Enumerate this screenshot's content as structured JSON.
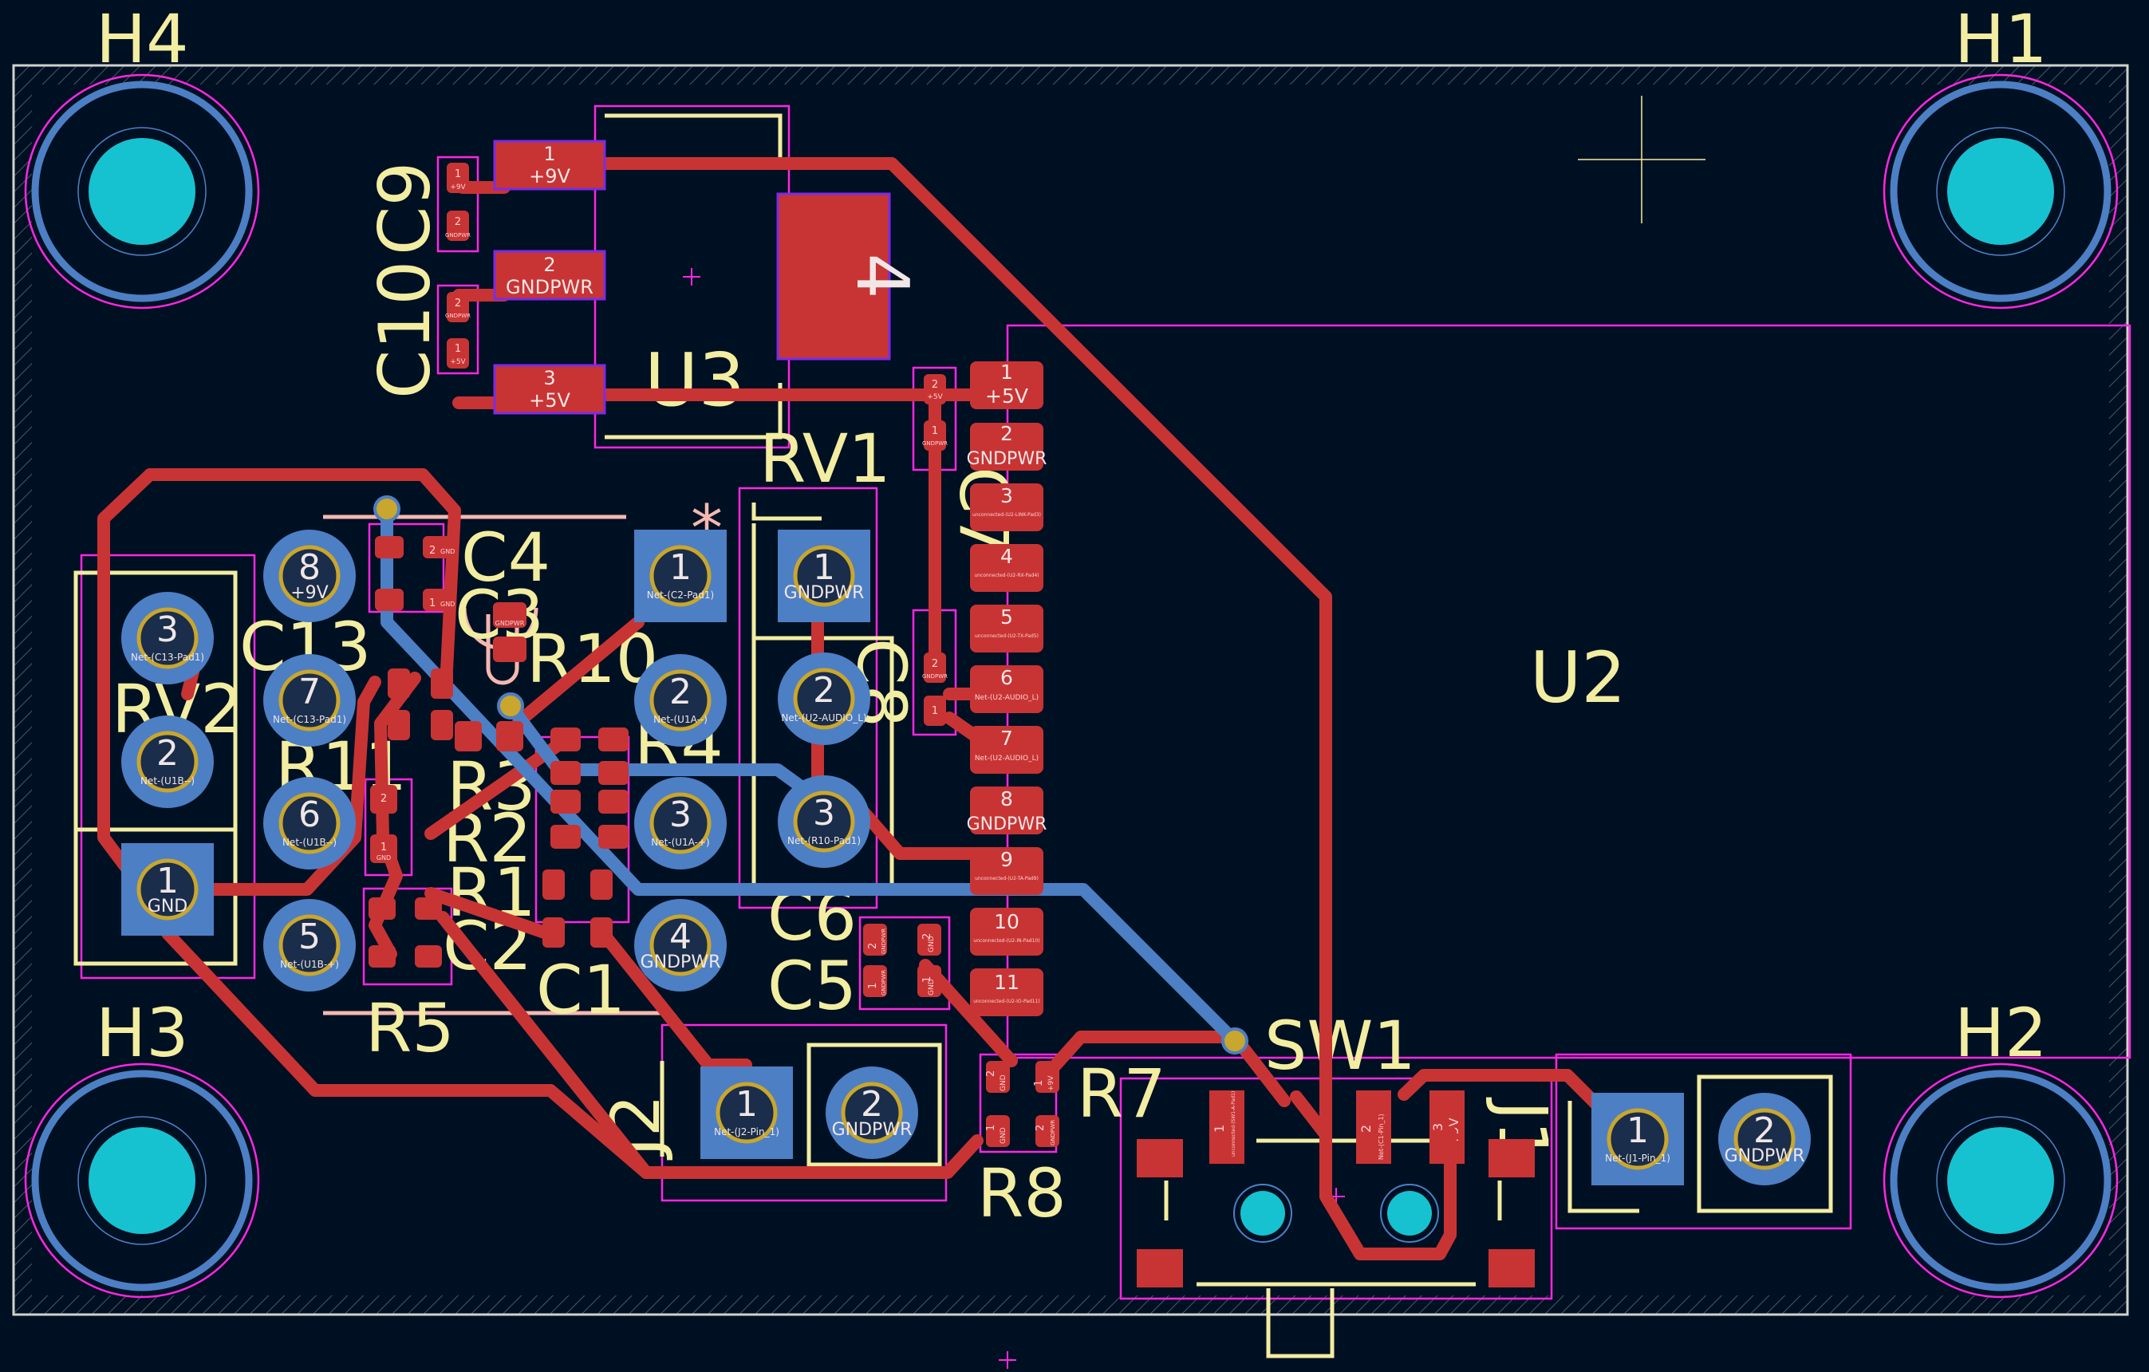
{
  "refs": {
    "h4": "H4",
    "h1": "H1",
    "h3": "H3",
    "h2": "H2",
    "c9": "C9",
    "c10": "C10",
    "u3": "U3",
    "rv1": "RV1",
    "c7": "C7",
    "u2": "U2",
    "c4": "C4",
    "c3": "C3",
    "c13": "C13",
    "r10": "R10",
    "rv2": "RV2",
    "r11": "R11",
    "r4": "R4",
    "r3": "R3",
    "r2": "R2",
    "r1": "R1",
    "c2": "C2",
    "c1": "C1",
    "c8": "C8",
    "c6": "C6",
    "c5": "C5",
    "r5": "R5",
    "j2": "J2",
    "r7": "R7",
    "r8": "R8",
    "sw1": "SW1",
    "j1": "J1",
    "star": "*"
  },
  "u3": {
    "pads": [
      {
        "num": "1",
        "net": "+9V"
      },
      {
        "num": "2",
        "net": "GNDPWR"
      },
      {
        "num": "3",
        "net": "+5V"
      },
      {
        "num": "4"
      }
    ]
  },
  "u2": {
    "pads": [
      {
        "num": "1",
        "net": "+5V"
      },
      {
        "num": "2",
        "net": "GNDPWR"
      },
      {
        "num": "3",
        "net": "unconnected-(U2-LINK-Pad3)"
      },
      {
        "num": "4",
        "net": "unconnected-(U2-RX-Pad4)"
      },
      {
        "num": "5",
        "net": "unconnected-(U2-TX-Pad5)"
      },
      {
        "num": "6",
        "net": "Net-(U2-AUDIO_L)"
      },
      {
        "num": "7",
        "net": "Net-(U2-AUDIO_L)"
      },
      {
        "num": "8",
        "net": "GNDPWR"
      },
      {
        "num": "9",
        "net": "unconnected-(U2-TA-Pad9)"
      },
      {
        "num": "10",
        "net": "unconnected-(U2-IN-Pad10)"
      },
      {
        "num": "11",
        "net": "unconnected-(U2-IO-Pad11)"
      }
    ]
  },
  "u1": {
    "pads": [
      {
        "num": "8",
        "net": "+9V"
      },
      {
        "num": "7",
        "net": "Net-(C13-Pad1)"
      },
      {
        "num": "6",
        "net": "Net-(U1B--)"
      },
      {
        "num": "5",
        "net": "Net-(U1B-+)"
      },
      {
        "num": "1",
        "net": "Net-(C2-Pad1)"
      },
      {
        "num": "2",
        "net": "Net-(U1A--)"
      },
      {
        "num": "3",
        "net": "Net-(U1A-+)"
      },
      {
        "num": "4",
        "net": "GNDPWR"
      }
    ]
  },
  "rv2": {
    "pads": [
      {
        "num": "3",
        "net": "Net-(C13-Pad1)"
      },
      {
        "num": "2",
        "net": "Net-(U1B--)"
      },
      {
        "num": "1",
        "net": "GND"
      }
    ]
  },
  "rv1": {
    "pads": [
      {
        "num": "1",
        "net": "GNDPWR"
      },
      {
        "num": "2",
        "net": "Net-(U2-AUDIO_L)"
      },
      {
        "num": "3",
        "net": "Net-(R10-Pad1)"
      }
    ]
  },
  "j2": {
    "pads": [
      {
        "num": "1",
        "net": "Net-(J2-Pin_1)"
      },
      {
        "num": "2",
        "net": "GNDPWR"
      }
    ]
  },
  "j1": {
    "pads": [
      {
        "num": "1",
        "net": "Net-(J1-Pin_1)"
      },
      {
        "num": "2",
        "net": "GNDPWR"
      }
    ]
  },
  "sw1": {
    "pads": [
      {
        "num": "1",
        "net": "unconnected-(SW1-A-Pad1)"
      },
      {
        "num": "2",
        "net": "Net-(C1-Pin_1)"
      },
      {
        "num": "3",
        "net": "+9V"
      }
    ]
  },
  "small": {
    "c9": {
      "p1": "1",
      "n1": "+9V",
      "p2": "2",
      "n2": "GNDPWR"
    },
    "c10": {
      "p1": "2",
      "n1": "GNDPWR",
      "p2": "1",
      "n2": "+5V"
    },
    "c7a": {
      "p1": "2",
      "n1": "+5V",
      "p2": "1",
      "n2": "GNDPWR"
    },
    "c7b": {
      "p1": "2",
      "n1": "GNDPWR",
      "p1b": "1"
    },
    "c4": {
      "p1": "2",
      "n1": "GND",
      "p2": "1",
      "n2": "GND"
    },
    "r11": {
      "p1": "2",
      "p2": "1",
      "n2": "GND"
    },
    "c5": {
      "p1": "2",
      "n1": "GNDPWR",
      "p2": "1",
      "n2": "GNDPWR",
      "p3": "2",
      "n3": "GND",
      "p4": "1",
      "n4": "GND"
    },
    "r7": {
      "p1": "1",
      "n1": "+9V",
      "p2": "2",
      "n2": "GND"
    },
    "r8": {
      "p1": "1",
      "n1": "GND",
      "p2": "2",
      "n2": "GNDPWR"
    },
    "c3": {
      "n1": "GNDPWR"
    }
  },
  "colors": {
    "background": "#001023",
    "front_copper": "#c83434",
    "back_copper": "#4d7fc4",
    "silkscreen": "#f2eda1",
    "courtyard": "#ff26e2",
    "edge_cuts": "#d0d2cd",
    "drill": "#17c2d0"
  }
}
